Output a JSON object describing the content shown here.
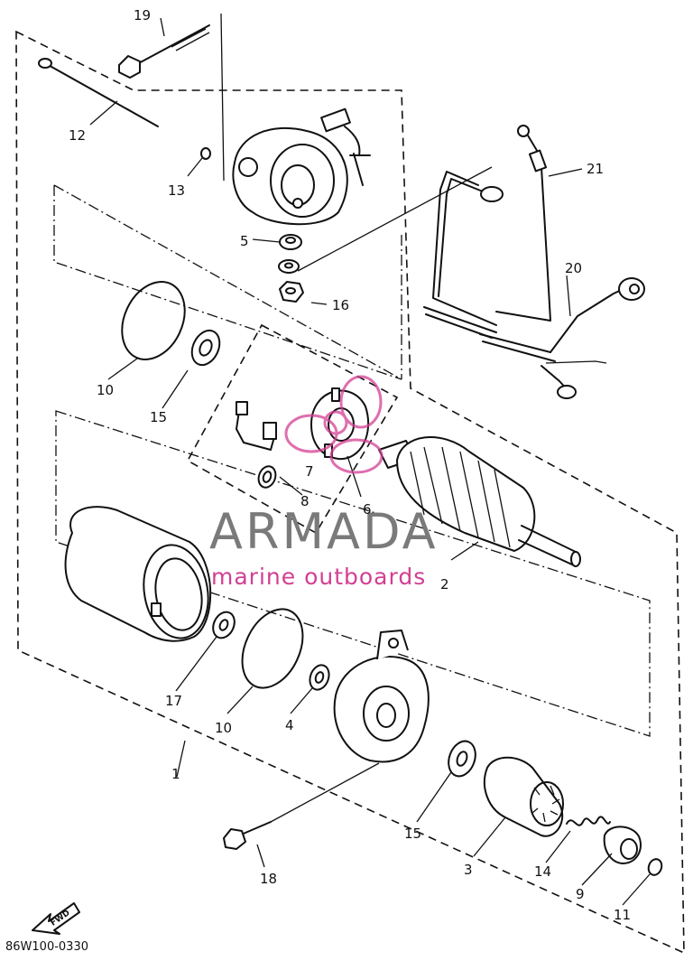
{
  "diagram": {
    "part_labels": {
      "p19": "19",
      "p12": "12",
      "p13": "13",
      "p5": "5",
      "p16": "16",
      "p21": "21",
      "p20": "20",
      "p10a": "10",
      "p15a": "15",
      "p7": "7",
      "p8": "8",
      "p6": "6",
      "p2": "2",
      "p17": "17",
      "p10b": "10",
      "p4": "4",
      "p1": "1",
      "p15b": "15",
      "p3": "3",
      "p14": "14",
      "p9": "9",
      "p11": "11",
      "p18": "18"
    },
    "drawing_code": "86W100-0330",
    "fwd_mark": "FWD"
  },
  "watermark": {
    "brand": "ARMADA",
    "tagline": "marine outboards",
    "logo_color": "#d33f93",
    "brand_color": "#7a7a7a"
  }
}
